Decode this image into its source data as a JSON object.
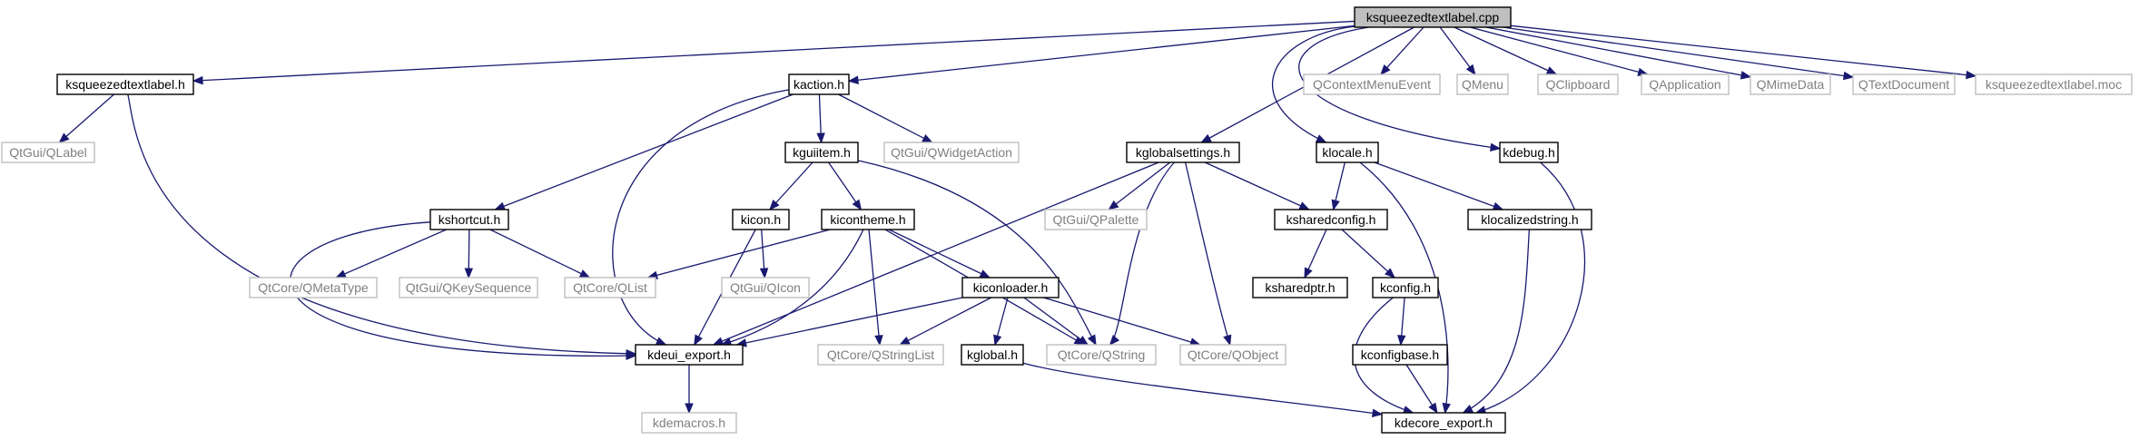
{
  "diagram": {
    "title": "",
    "colors": {
      "edge": "#191970",
      "root_fill": "#bfbfbf",
      "local_border": "#000000",
      "external_border": "#bfbfbf",
      "external_text": "#7f7f7f",
      "local_text": "#000000"
    },
    "nodes": [
      {
        "id": "root",
        "label": "ksqueezedtextlabel.cpp",
        "kind": "root"
      },
      {
        "id": "ksqueezedtextlabel_h",
        "label": "ksqueezedtextlabel.h",
        "kind": "local"
      },
      {
        "id": "kaction_h",
        "label": "kaction.h",
        "kind": "local"
      },
      {
        "id": "kglobalsettings_h",
        "label": "kglobalsettings.h",
        "kind": "local"
      },
      {
        "id": "klocale_h",
        "label": "klocale.h",
        "kind": "local"
      },
      {
        "id": "kdebug_h",
        "label": "kdebug.h",
        "kind": "local"
      },
      {
        "id": "qcontextmenuevent",
        "label": "QContextMenuEvent",
        "kind": "external"
      },
      {
        "id": "qmenu",
        "label": "QMenu",
        "kind": "external"
      },
      {
        "id": "qclipboard",
        "label": "QClipboard",
        "kind": "external"
      },
      {
        "id": "qapplication",
        "label": "QApplication",
        "kind": "external"
      },
      {
        "id": "qmimedata",
        "label": "QMimeData",
        "kind": "external"
      },
      {
        "id": "qtextdocument",
        "label": "QTextDocument",
        "kind": "external"
      },
      {
        "id": "ksqueezedtextlabel_moc",
        "label": "ksqueezedtextlabel.moc",
        "kind": "external"
      },
      {
        "id": "qtgui_qlabel",
        "label": "QtGui/QLabel",
        "kind": "external"
      },
      {
        "id": "kguiitem_h",
        "label": "kguiitem.h",
        "kind": "local"
      },
      {
        "id": "qtgui_qwidgetaction",
        "label": "QtGui/QWidgetAction",
        "kind": "external"
      },
      {
        "id": "kshortcut_h",
        "label": "kshortcut.h",
        "kind": "local"
      },
      {
        "id": "kicon_h",
        "label": "kicon.h",
        "kind": "local"
      },
      {
        "id": "kicontheme_h",
        "label": "kicontheme.h",
        "kind": "local"
      },
      {
        "id": "qtgui_qpalette",
        "label": "QtGui/QPalette",
        "kind": "external"
      },
      {
        "id": "ksharedconfig_h",
        "label": "ksharedconfig.h",
        "kind": "local"
      },
      {
        "id": "klocalizedstring_h",
        "label": "klocalizedstring.h",
        "kind": "local"
      },
      {
        "id": "qtcore_qmetatype",
        "label": "QtCore/QMetaType",
        "kind": "external"
      },
      {
        "id": "qtgui_qkeysequence",
        "label": "QtGui/QKeySequence",
        "kind": "external"
      },
      {
        "id": "qtcore_qlist",
        "label": "QtCore/QList",
        "kind": "external"
      },
      {
        "id": "qtgui_qicon",
        "label": "QtGui/QIcon",
        "kind": "external"
      },
      {
        "id": "kiconloader_h",
        "label": "kiconloader.h",
        "kind": "local"
      },
      {
        "id": "ksharedptr_h",
        "label": "ksharedptr.h",
        "kind": "local"
      },
      {
        "id": "kconfig_h",
        "label": "kconfig.h",
        "kind": "local"
      },
      {
        "id": "kdeui_export_h",
        "label": "kdeui_export.h",
        "kind": "local"
      },
      {
        "id": "qtcore_qstringlist",
        "label": "QtCore/QStringList",
        "kind": "external"
      },
      {
        "id": "kglobal_h",
        "label": "kglobal.h",
        "kind": "local"
      },
      {
        "id": "qtcore_qstring",
        "label": "QtCore/QString",
        "kind": "external"
      },
      {
        "id": "qtcore_qobject",
        "label": "QtCore/QObject",
        "kind": "external"
      },
      {
        "id": "kconfigbase_h",
        "label": "kconfigbase.h",
        "kind": "local"
      },
      {
        "id": "kdemacros_h",
        "label": "kdemacros.h",
        "kind": "external"
      },
      {
        "id": "kdecore_export_h",
        "label": "kdecore_export.h",
        "kind": "local"
      }
    ],
    "edges": [
      [
        "root",
        "ksqueezedtextlabel_h"
      ],
      [
        "root",
        "kaction_h"
      ],
      [
        "root",
        "kglobalsettings_h"
      ],
      [
        "root",
        "klocale_h"
      ],
      [
        "root",
        "kdebug_h"
      ],
      [
        "root",
        "qcontextmenuevent"
      ],
      [
        "root",
        "qmenu"
      ],
      [
        "root",
        "qclipboard"
      ],
      [
        "root",
        "qapplication"
      ],
      [
        "root",
        "qmimedata"
      ],
      [
        "root",
        "qtextdocument"
      ],
      [
        "root",
        "ksqueezedtextlabel_moc"
      ],
      [
        "ksqueezedtextlabel_h",
        "qtgui_qlabel"
      ],
      [
        "ksqueezedtextlabel_h",
        "kdeui_export_h"
      ],
      [
        "kaction_h",
        "kguiitem_h"
      ],
      [
        "kaction_h",
        "qtgui_qwidgetaction"
      ],
      [
        "kaction_h",
        "kshortcut_h"
      ],
      [
        "kaction_h",
        "kdeui_export_h"
      ],
      [
        "kguiitem_h",
        "kicon_h"
      ],
      [
        "kguiitem_h",
        "kicontheme_h"
      ],
      [
        "kguiitem_h",
        "qtcore_qstring"
      ],
      [
        "kshortcut_h",
        "qtcore_qmetatype"
      ],
      [
        "kshortcut_h",
        "qtgui_qkeysequence"
      ],
      [
        "kshortcut_h",
        "qtcore_qlist"
      ],
      [
        "kshortcut_h",
        "kdeui_export_h"
      ],
      [
        "kicon_h",
        "qtgui_qicon"
      ],
      [
        "kicon_h",
        "kdeui_export_h"
      ],
      [
        "kicontheme_h",
        "qtcore_qlist"
      ],
      [
        "kicontheme_h",
        "kiconloader_h"
      ],
      [
        "kicontheme_h",
        "kdeui_export_h"
      ],
      [
        "kicontheme_h",
        "qtcore_qstringlist"
      ],
      [
        "kicontheme_h",
        "qtcore_qstring"
      ],
      [
        "kiconloader_h",
        "kdeui_export_h"
      ],
      [
        "kiconloader_h",
        "qtcore_qstringlist"
      ],
      [
        "kiconloader_h",
        "kglobal_h"
      ],
      [
        "kiconloader_h",
        "qtcore_qstring"
      ],
      [
        "kiconloader_h",
        "qtcore_qobject"
      ],
      [
        "kglobalsettings_h",
        "qtgui_qpalette"
      ],
      [
        "kglobalsettings_h",
        "ksharedconfig_h"
      ],
      [
        "kglobalsettings_h",
        "kdeui_export_h"
      ],
      [
        "kglobalsettings_h",
        "qtcore_qstring"
      ],
      [
        "kglobalsettings_h",
        "qtcore_qobject"
      ],
      [
        "klocale_h",
        "ksharedconfig_h"
      ],
      [
        "klocale_h",
        "klocalizedstring_h"
      ],
      [
        "klocale_h",
        "kdecore_export_h"
      ],
      [
        "ksharedconfig_h",
        "ksharedptr_h"
      ],
      [
        "ksharedconfig_h",
        "kconfig_h"
      ],
      [
        "kconfig_h",
        "kconfigbase_h"
      ],
      [
        "kconfig_h",
        "kdecore_export_h"
      ],
      [
        "kconfigbase_h",
        "kdecore_export_h"
      ],
      [
        "klocalizedstring_h",
        "kdecore_export_h"
      ],
      [
        "kdebug_h",
        "kdecore_export_h"
      ],
      [
        "kglobal_h",
        "kdecore_export_h"
      ],
      [
        "kdeui_export_h",
        "kdemacros_h"
      ]
    ]
  }
}
